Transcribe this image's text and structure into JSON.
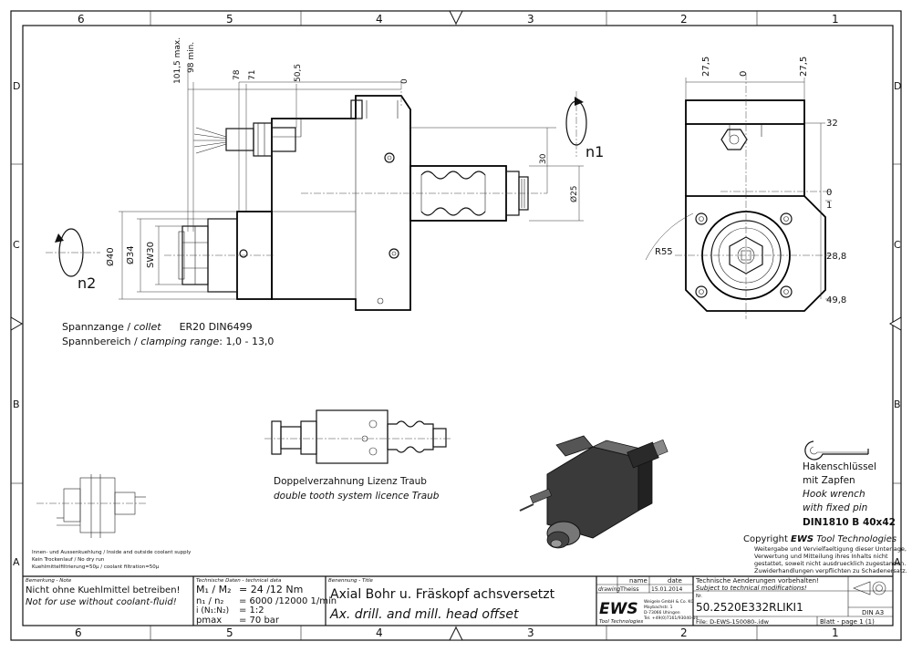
{
  "border": {
    "columns": [
      "6",
      "5",
      "4",
      "3",
      "2",
      "1"
    ],
    "rows": [
      "D",
      "C",
      "B",
      "A"
    ]
  },
  "front_view": {
    "dims_top": [
      "101,5 max.",
      "98 min.",
      "78",
      "71",
      "50,5",
      "0"
    ],
    "dims_right": [
      "30",
      "Ø25"
    ],
    "dims_left": [
      "Ø40",
      "Ø34",
      "SW30"
    ],
    "label_n1": "n1",
    "label_n2": "n2"
  },
  "side_view": {
    "dims_top": [
      "27,5",
      "0",
      "27,5"
    ],
    "dims_right": [
      "32",
      "0",
      "1",
      "28,8",
      "49,8"
    ],
    "radius": "R55"
  },
  "notes": {
    "collet_de": "Spannzange / ",
    "collet_en": "collet",
    "collet_spec": "ER20    DIN6499",
    "range_de": "Spannbereich / ",
    "range_en": "clamping range",
    "range_value": ": 1,0 - 13,0",
    "double_tooth_de": "Doppelverzahnung Lizenz Traub",
    "double_tooth_en": "double tooth system licence Traub",
    "hook_de1": "Hakenschlüssel",
    "hook_de2": "mit Zapfen",
    "hook_en1": "Hook wrench",
    "hook_en2": "with fixed pin",
    "hook_std": "DIN1810 B 40x42",
    "coolant_1": "Innen- und Aussenkuehlung / Inside and outside coolant supply",
    "coolant_2": "Kein Trockenlauf / No dry run",
    "coolant_3": "Kuehlmittelfiltrierung=50µ / coolant filtration=50µ",
    "copyright_title": "Copyright ",
    "copyright_brand": "EWS",
    "copyright_rest": " Tool Technologies",
    "copyright_lines": [
      "Weitergabe und Vervielfaeltigung dieser Unterlage,",
      "Verwertung und Mitteilung ihres Inhalts nicht",
      "gestattet, soweit nicht ausdruecklich zugestanden.",
      "Zuwiderhandlungen verpflichten zu Schadenersatz."
    ]
  },
  "title_block": {
    "remark_label": "Bemerkung - Note",
    "remark_de": "Nicht ohne Kuehlmittel betreiben!",
    "remark_en": "Not for use without coolant-fluid!",
    "tech_label": "Technische Daten - technical data",
    "tech_rows": [
      [
        "M₁ / M₂",
        "= 24  /12  Nm"
      ],
      [
        "n₁ / n₂",
        "= 6000 /12000 1/min"
      ],
      [
        "i  (N₁:N₂)",
        "= 1:2"
      ],
      [
        "pmax",
        "=  70  bar"
      ]
    ],
    "title_label": "Benennung - Title",
    "title_de": "Axial Bohr u. Fräskopf achsversetzt",
    "title_en": "Ax. drill. and mill. head offset",
    "col_name": "name",
    "col_date": "date",
    "drawing_label": "drawing",
    "drawing_name": "Theiss",
    "drawing_date": "15.01.2014",
    "logo": "EWS",
    "logo_sub": "Tool Technologies",
    "address": [
      "Weigele GmbH & Co. KG",
      "Maybachstr. 1",
      "D-73066 Uhingen",
      "Tel. +49(0)7161/93040-10"
    ],
    "changes_de": "Technische Aenderungen vorbehalten!",
    "changes_en": "Subject to technical modifications!",
    "nr_label": "Nr.",
    "part_number": "50.2520E332RLIKI1",
    "file": "File: D-EWS-150080-.idw",
    "sheet_format": "DIN A3",
    "sheet": "Blatt - page 1 (1)"
  }
}
